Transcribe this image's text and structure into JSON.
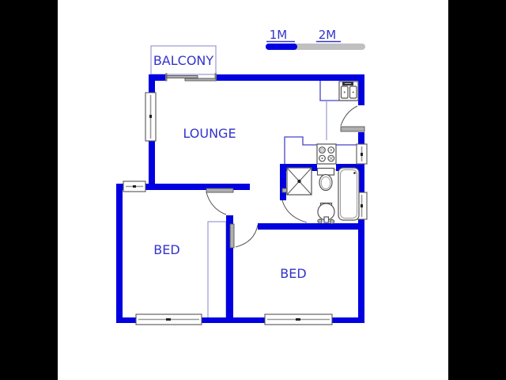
{
  "colors": {
    "sidebar": "#000000",
    "canvas": "#ffffff",
    "wall": "#0000e0",
    "label": "#3333cc",
    "counter": "#4444cc",
    "light_outline": "#9a9ad0",
    "door": "#555555",
    "door_leaf": "#b0b0b0",
    "scale_gray": "#c0c0c0",
    "fixture": "#555555"
  },
  "labels": {
    "balcony": "BALCONY",
    "lounge": "LOUNGE",
    "bed_left": "BED",
    "bed_right": "BED"
  },
  "scale_bar": {
    "one_meter": "1M",
    "two_meter": "2M"
  },
  "fixtures": [
    "double-bowl-kitchen-sink",
    "four-plate-stove",
    "shower",
    "toilet",
    "bathtub",
    "washbasin",
    "wardrobe",
    "sliding-balcony-door",
    "entrance-door",
    "windows"
  ]
}
